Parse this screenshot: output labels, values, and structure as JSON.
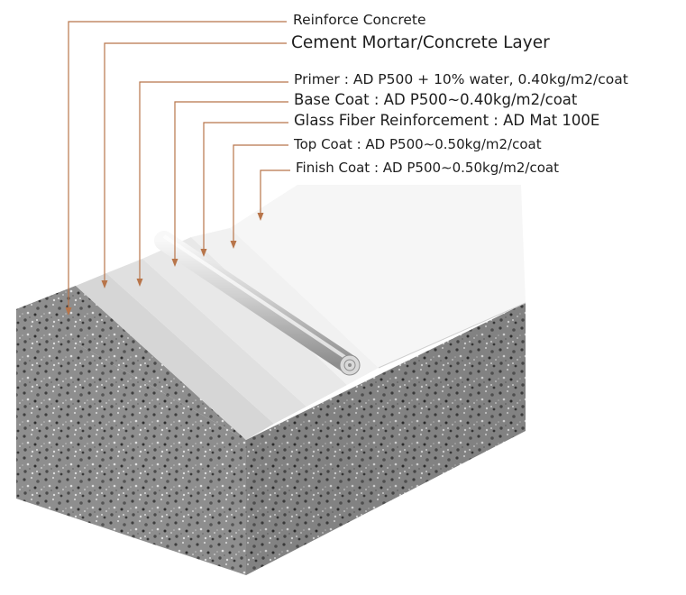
{
  "layers": [
    {
      "label": "Reinforce Concrete"
    },
    {
      "label": "Cement Mortar/Concrete Layer"
    },
    {
      "label": "Primer : AD P500 + 10% water, 0.40kg/m2/coat"
    },
    {
      "label": "Base Coat : AD P500∼0.40kg/m2/coat"
    },
    {
      "label": "Glass Fiber Reinforcement : AD Mat 100E"
    },
    {
      "label": "Top Coat : AD P500∼0.50kg/m2/coat"
    },
    {
      "label": "Finish Coat : AD P500∼0.50kg/m2/coat"
    }
  ],
  "colors": {
    "leader": "#b8754a",
    "concrete": "#8c8c8c",
    "mortar": "#d6d6d6",
    "primer": "#e0e0e0",
    "base_coat": "#e8e8e8",
    "top_coat": "#f1f1f1",
    "finish_coat": "#f6f6f6"
  }
}
